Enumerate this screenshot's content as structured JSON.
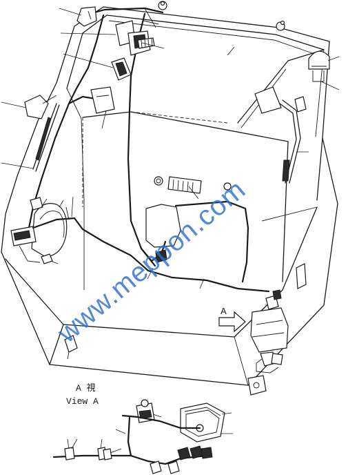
{
  "diagram": {
    "view_label_cjk": "A 視",
    "view_label": "View  A",
    "arrow_label": "A",
    "watermark": "www.meppon.com"
  }
}
